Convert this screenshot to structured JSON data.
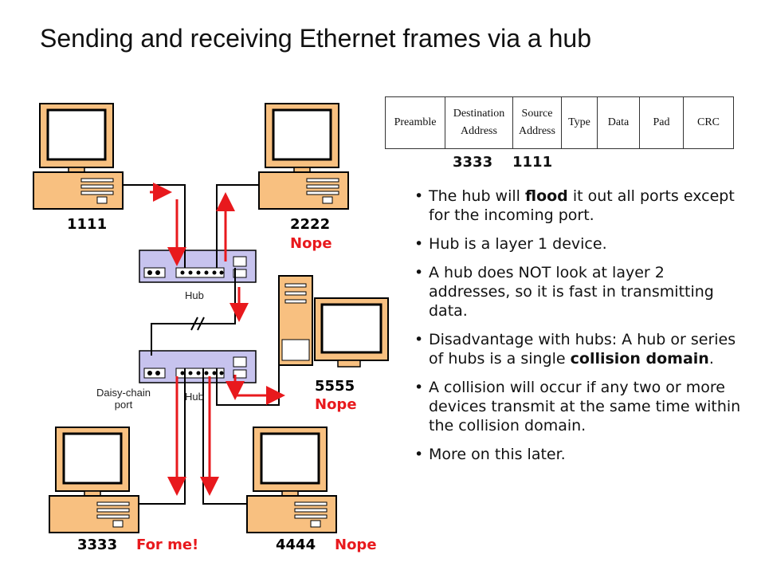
{
  "title": "Sending and receiving Ethernet frames via a hub",
  "frame_fields": [
    {
      "line1": "Preamble",
      "line2": ""
    },
    {
      "line1": "Destination",
      "line2": "Address"
    },
    {
      "line1": "Source",
      "line2": "Address"
    },
    {
      "line1": "Type",
      "line2": ""
    },
    {
      "line1": "Data",
      "line2": ""
    },
    {
      "line1": "Pad",
      "line2": ""
    },
    {
      "line1": "CRC",
      "line2": ""
    }
  ],
  "frame_values": {
    "destination": "3333",
    "source": "1111"
  },
  "hosts": {
    "h1111": {
      "address": "1111"
    },
    "h2222": {
      "address": "2222",
      "status": "Nope"
    },
    "h5555": {
      "address": "5555",
      "status": "Nope"
    },
    "h3333": {
      "address": "3333",
      "status": "For me!"
    },
    "h4444": {
      "address": "4444",
      "status": "Nope"
    }
  },
  "hub_labels": {
    "top": "Hub",
    "bottom": "Hub",
    "daisy_line1": "Daisy-chain",
    "daisy_line2": "port"
  },
  "bullets": [
    {
      "pre": "The hub will ",
      "bold": "flood",
      "post": " it out all ports except for the incoming port."
    },
    {
      "pre": "Hub is a layer 1 device.",
      "bold": "",
      "post": ""
    },
    {
      "pre": "A hub does NOT look at layer 2 addresses, so it is fast in transmitting data.",
      "bold": "",
      "post": ""
    },
    {
      "pre": "Disadvantage with hubs:  A hub or series of hubs is a single ",
      "bold": "collision domain",
      "post": "."
    },
    {
      "pre": "A collision will occur if any two or more devices transmit at the same time within the collision domain.",
      "bold": "",
      "post": ""
    },
    {
      "pre": "More on this later.",
      "bold": "",
      "post": ""
    }
  ],
  "colors": {
    "computer_fill": "#f8c080",
    "arrow": "#e8191d",
    "hub_fill": "#c7c3ee"
  }
}
